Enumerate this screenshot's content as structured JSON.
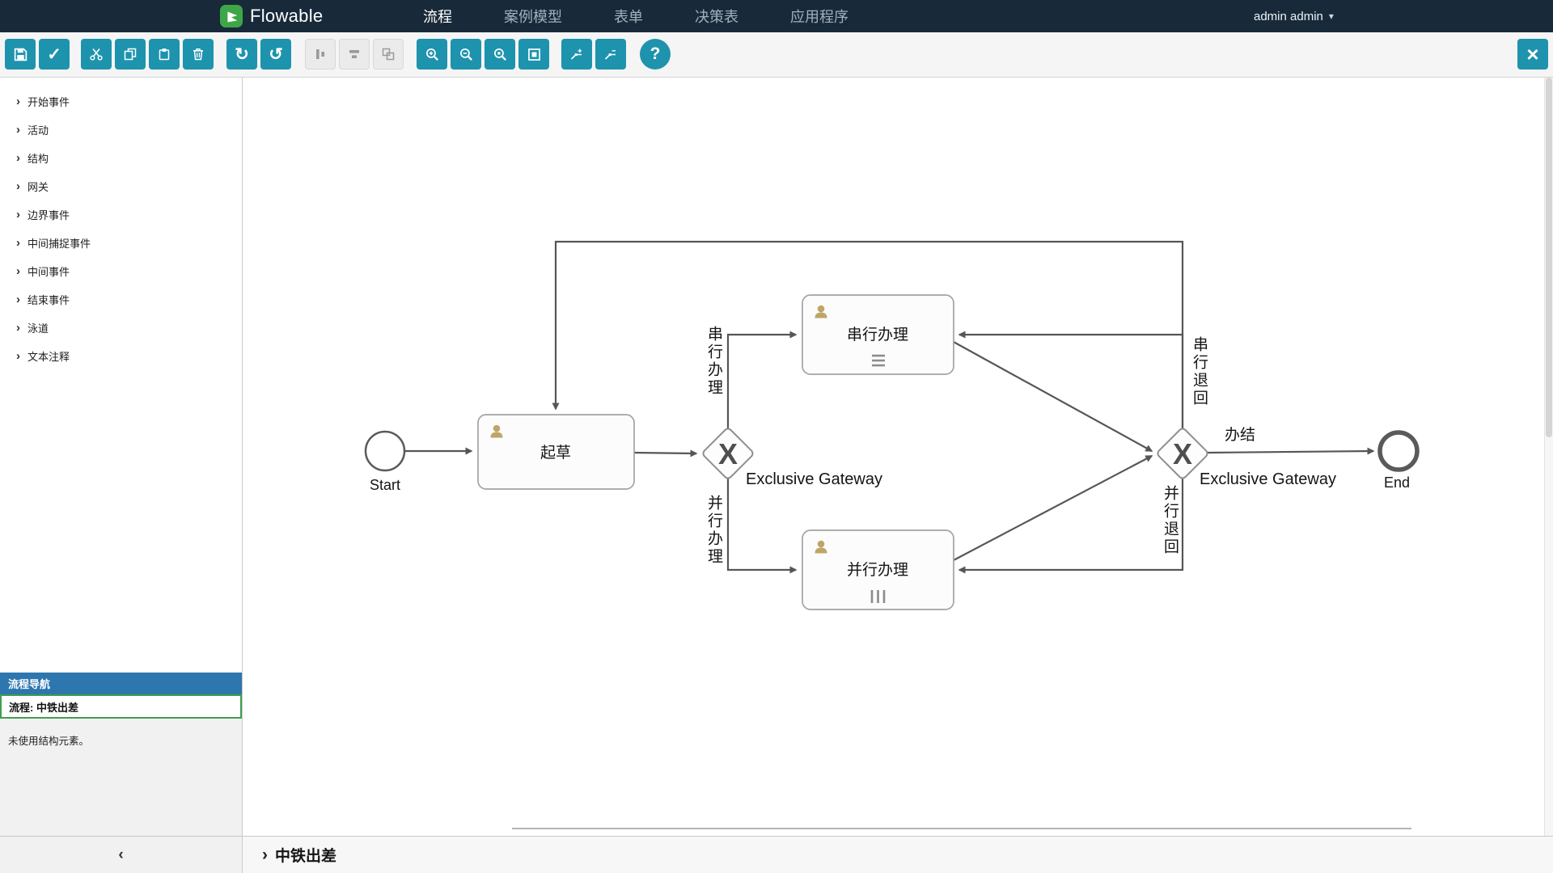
{
  "navbar": {
    "brand": "Flowable",
    "menu": [
      "流程",
      "案例模型",
      "表单",
      "决策表",
      "应用程序"
    ],
    "user": "admin admin",
    "caret": "▾"
  },
  "toolbar": {
    "validate_glyph": "✓",
    "redo_glyph": "↻",
    "undo_glyph": "↺",
    "help_glyph": "?",
    "close_glyph": "×"
  },
  "palette": {
    "chevron": "›",
    "groups": [
      "开始事件",
      "活动",
      "结构",
      "网关",
      "边界事件",
      "中间捕捉事件",
      "中间事件",
      "结束事件",
      "泳道",
      "文本注释"
    ]
  },
  "navigator": {
    "title": "流程导航",
    "current": "流程: 中铁出差",
    "note": "未使用结构元素。"
  },
  "footer": {
    "collapse_glyph": "‹",
    "chevron": "›",
    "title": "中铁出差"
  },
  "diagram": {
    "nodes": {
      "start": "Start",
      "draft": "起草",
      "serial": "串行办理",
      "parallel": "并行办理",
      "gateway1": "Exclusive Gateway",
      "gateway2": "Exclusive Gateway",
      "gateway_symbol": "X",
      "end": "End"
    },
    "edge_labels": {
      "to_serial": "串行办理",
      "to_parallel": "并行办理",
      "serial_return": "串行退回",
      "parallel_return": "并行退回",
      "finish": "办结"
    }
  },
  "colors": {
    "navbar_bg": "#182a3a",
    "button_teal": "#1e93ae",
    "navigator_header_blue": "#2d76ae",
    "selected_green": "#3e9f4d",
    "logo_green": "#3fa648",
    "user_icon_tan": "#bfa667",
    "edge_gray": "#565656"
  }
}
